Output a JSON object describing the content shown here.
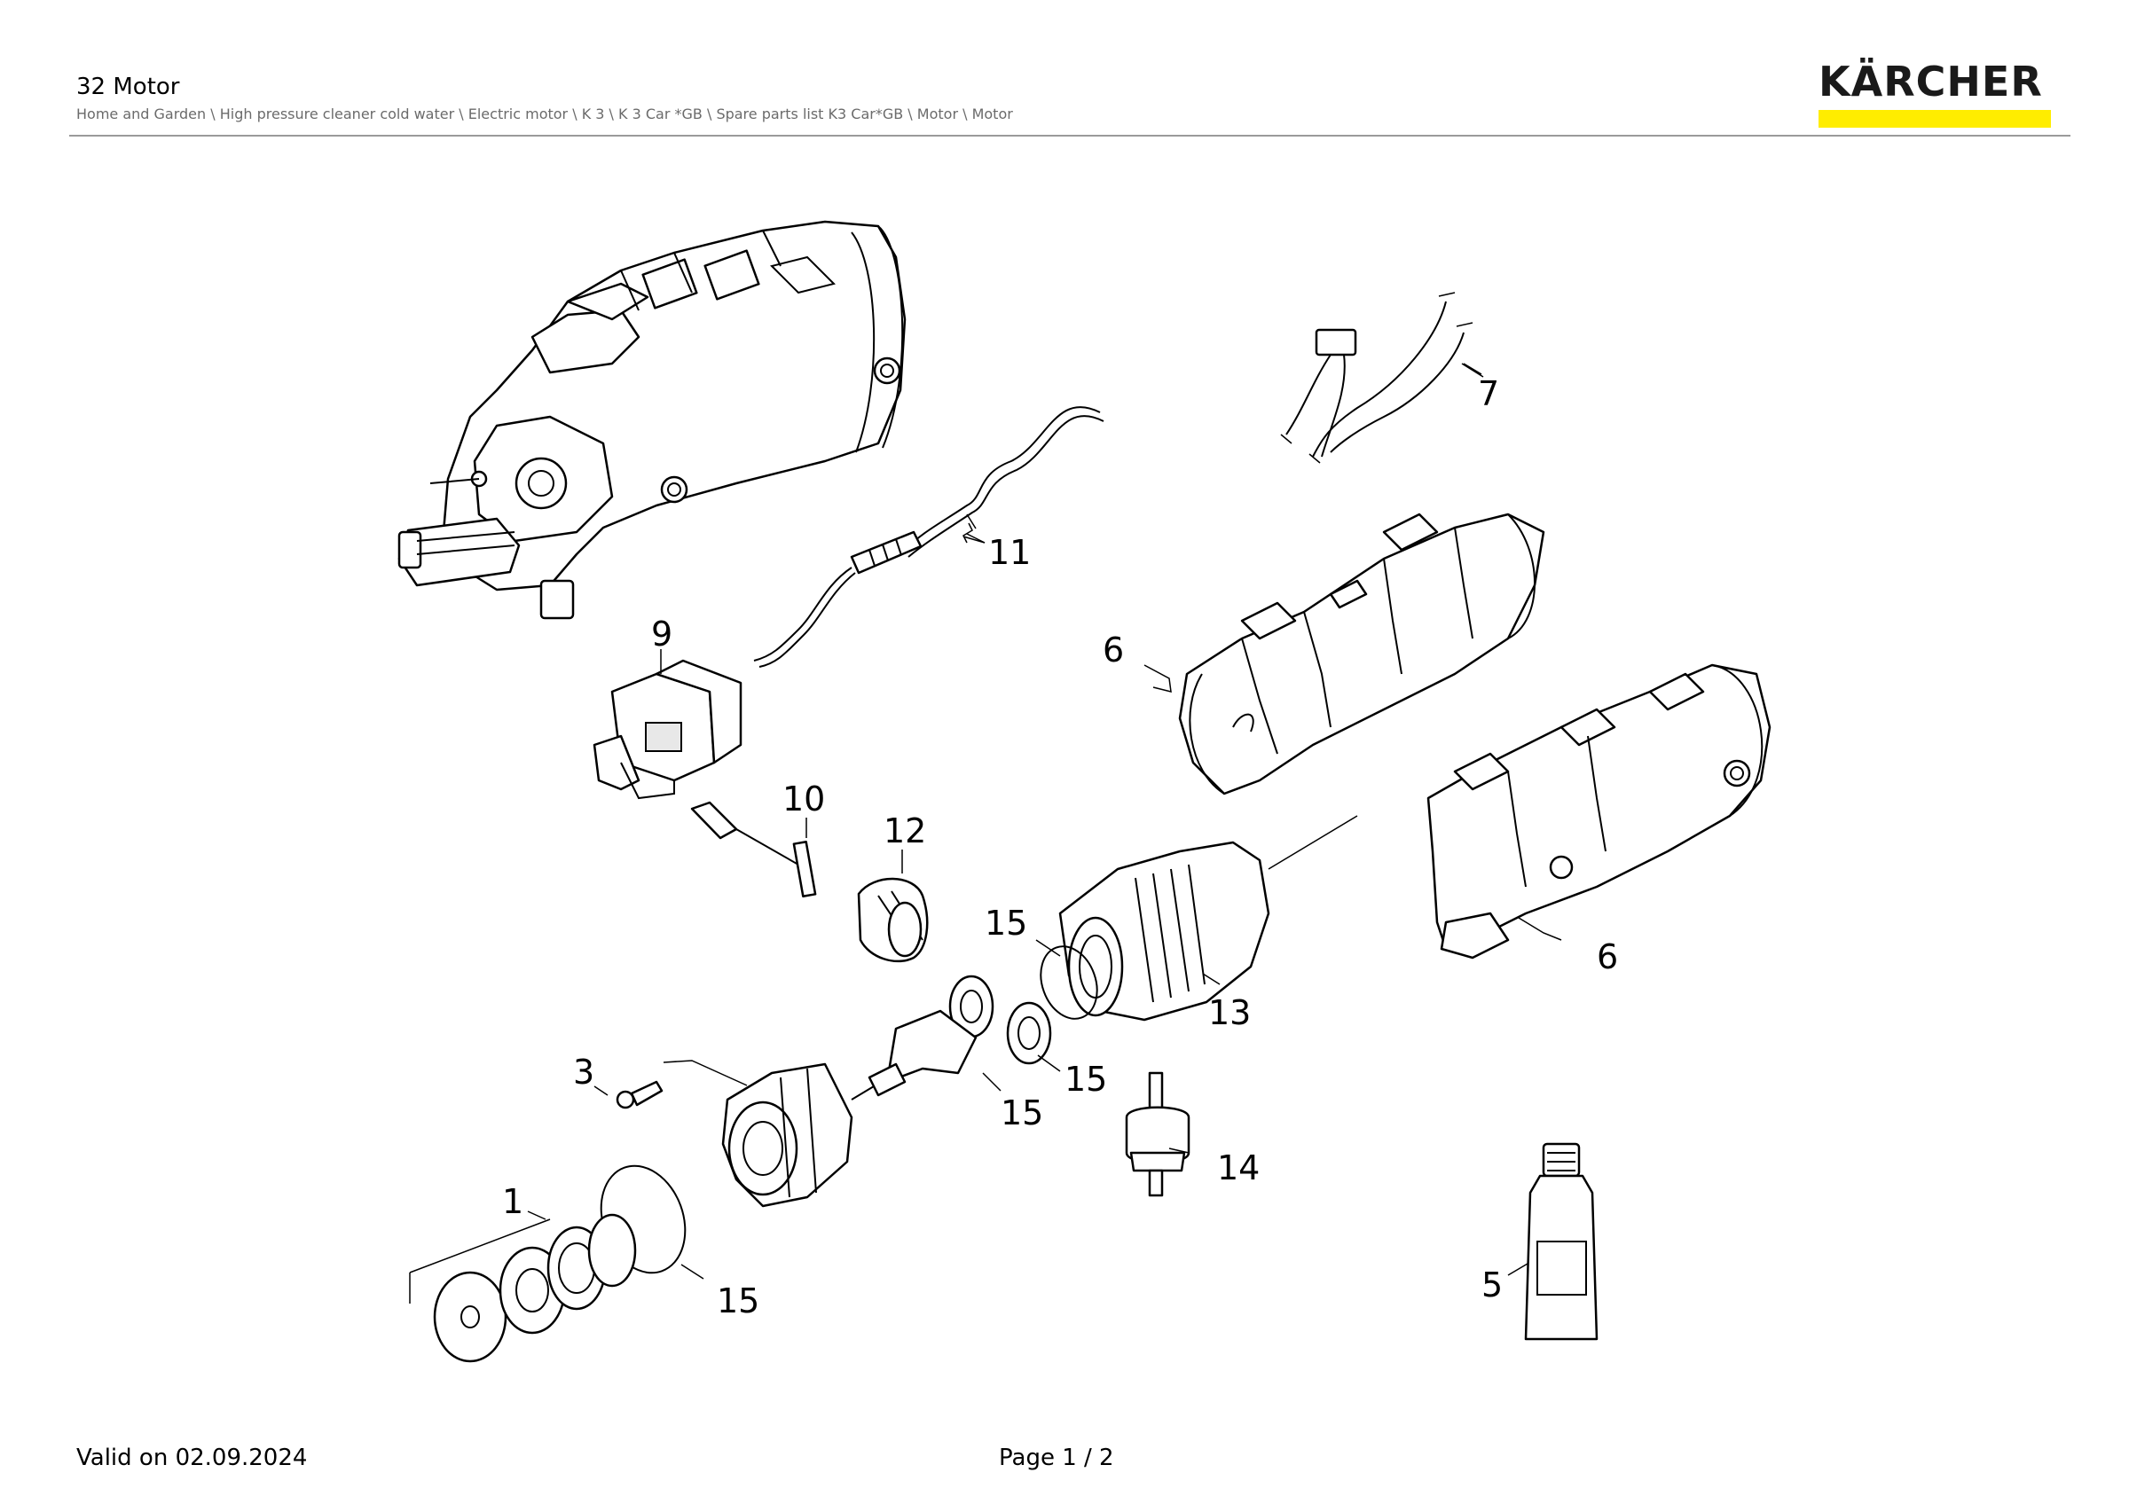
{
  "header": {
    "title": "32 Motor",
    "breadcrumb": "Home and Garden \\ High pressure cleaner cold water \\ Electric motor \\ K 3 \\ K 3 Car *GB \\ Spare parts list K3 Car*GB \\ Motor \\ Motor",
    "logo_text": "KÄRCHER",
    "brand_color": "#ffed00"
  },
  "diagram": {
    "callouts": [
      "11",
      "7",
      "6",
      "9",
      "10",
      "12",
      "15",
      "13",
      "6",
      "3",
      "15",
      "15",
      "14",
      "1",
      "15",
      "5"
    ]
  },
  "footer": {
    "valid_on": "Valid on 02.09.2024",
    "page": "Page 1 / 2"
  }
}
